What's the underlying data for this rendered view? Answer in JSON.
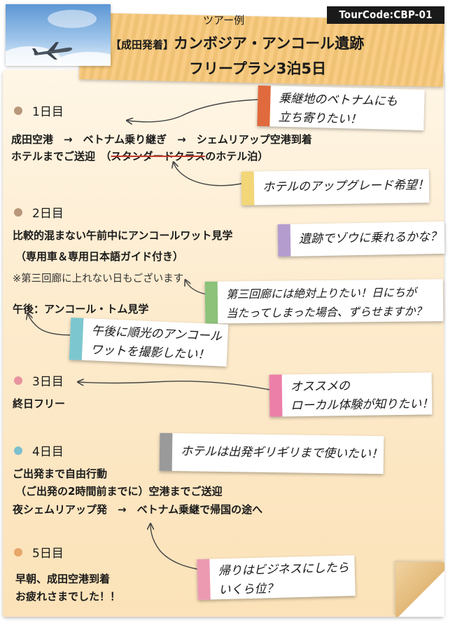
{
  "header": {
    "tour_code": "TourCode:CBP-01",
    "small_title": "ツアー例",
    "departure_tag": "【成田発着】",
    "title": "カンボジア・アンコール遺跡",
    "subtitle": "フリープラン3泊5日"
  },
  "days": [
    {
      "label": "1日目",
      "color": "#b8977a"
    },
    {
      "label": "2日目",
      "color": "#b8977a"
    },
    {
      "label": "3日目",
      "color": "#e8939f"
    },
    {
      "label": "4日目",
      "color": "#7cc0cf"
    },
    {
      "label": "5日目",
      "color": "#e8a66a"
    }
  ],
  "itinerary": {
    "d1_route": "成田空港　→　ベトナム乗り継ぎ　→　シェムリアップ空港到着",
    "d1_hotel": "ホテルまでご送迎　（",
    "d1_hotel_strike": "スタンダードクラス",
    "d1_hotel_end": "のホテル泊）",
    "d2_am": "比較的混まない午前中にアンコールワット見学",
    "d2_guide": "（専用車＆専用日本語ガイド付き）",
    "d2_note": "※第三回廊に上れない日もございます",
    "d2_pm": "午後：アンコール・トム見学",
    "d3_free": "終日フリー",
    "d4_free": "ご出発まで自由行動",
    "d4_transfer": "（ご出発の2時間前までに）空港までご送迎",
    "d4_depart": "夜シェムリアップ発　→　ベトナム乗継で帰国の途へ",
    "d5_arrive": "早朝、成田空港到着",
    "d5_bye": "お疲れさまでした！！"
  },
  "notes": [
    {
      "lines": [
        "乗継地のベトナムにも",
        "立ち寄りたい！"
      ],
      "color": "#e06a3d"
    },
    {
      "lines": [
        "ホテルのアップグレード希望！"
      ],
      "color": "#f2d677"
    },
    {
      "lines": [
        "遺跡でゾウに乗れるかな？"
      ],
      "color": "#b49ccf"
    },
    {
      "lines": [
        "第三回廊には絶対上りたい！日にちが",
        "当たってしまった場合、ずらせますか？"
      ],
      "color": "#8cc27a"
    },
    {
      "lines": [
        "午後に順光のアンコール",
        "ワットを撮影したい！"
      ],
      "color": "#7cc7cf"
    },
    {
      "lines": [
        "オススメの",
        "ローカル体験が知りたい！"
      ],
      "color": "#ec7fa8"
    },
    {
      "lines": [
        "ホテルは出発ギリギリまで使いたい！"
      ],
      "color": "#9a9a9a"
    },
    {
      "lines": [
        "帰りはビジネスにしたら",
        "いくら位？"
      ],
      "color": "#ec9ab2"
    }
  ]
}
